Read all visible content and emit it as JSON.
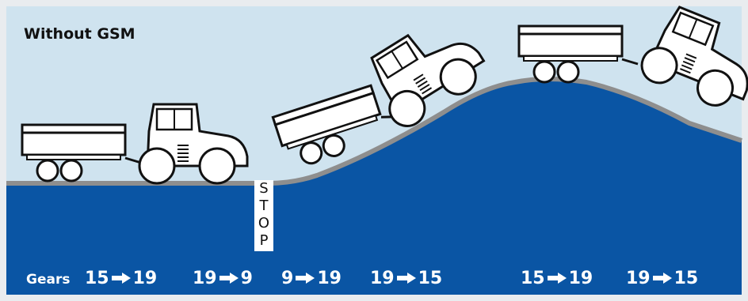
{
  "title": "Without GSM",
  "stop_letters": [
    "S",
    "T",
    "O",
    "P"
  ],
  "gears": {
    "label": "Gears",
    "shifts": [
      {
        "from": "15",
        "to": "19"
      },
      {
        "from": "19",
        "to": "9"
      },
      {
        "from": "9",
        "to": "19"
      },
      {
        "from": "19",
        "to": "15"
      },
      {
        "from": "15",
        "to": "19"
      },
      {
        "from": "19",
        "to": "15"
      }
    ]
  },
  "colors": {
    "sky": "#cfe3ef",
    "ground": "#0a55a4",
    "road": "#8e8e8e",
    "frame": "#e9ecef",
    "outline": "#111111"
  }
}
